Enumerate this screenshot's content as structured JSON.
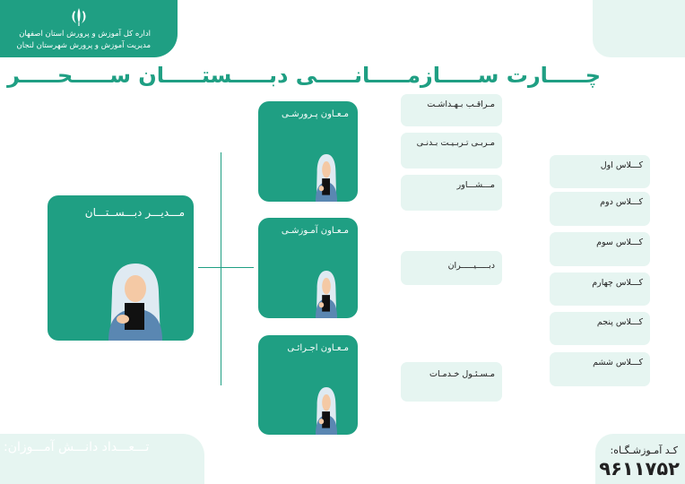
{
  "header": {
    "line1": "اداره کل آموزش و پرورش استان اصفهان",
    "line2": "مدیریت آموزش و پرورش شهرستان لنجان",
    "emblem_icon": "iran-emblem-icon"
  },
  "title": "چـــــارت ســـــازمـــــانـــــی دبـــــستـــــان ســـــحـــــر",
  "principal": {
    "label": "مـــدیـــر دبـــســتـــان",
    "icon": "hijab-woman-with-tablet-icon"
  },
  "deputies": [
    {
      "label": "مـعـاون پـرورشـی",
      "icon": "hijab-woman-with-tablet-icon"
    },
    {
      "label": "مـعـاون آمـوزشـی",
      "icon": "hijab-woman-with-tablet-icon"
    },
    {
      "label": "مـعـاون اجـرائـی",
      "icon": "hijab-woman-with-tablet-icon"
    }
  ],
  "staff": [
    {
      "label": "مـراقـب بـهـداشـت"
    },
    {
      "label": "مـربـی تـربـیـت بـدنـی"
    },
    {
      "label": "مـــشـــاور"
    },
    {
      "label": "دبـــــیـــــران"
    },
    {
      "label": "مـسـئـول خـدمـات"
    }
  ],
  "classes": [
    {
      "label": "کـــلاس اول"
    },
    {
      "label": "کـــلاس دوم"
    },
    {
      "label": "کـــلاس سوم"
    },
    {
      "label": "کـــلاس چهارم"
    },
    {
      "label": "کـــلاس پنجم"
    },
    {
      "label": "کـــلاس ششم"
    }
  ],
  "footer": {
    "students_label": "تـــعـــداد دانـــش آمـــوزان:",
    "school_code_label": "کـد آمـوزشـگـاه:",
    "school_code": "۹۶۱۱۷۵۲"
  },
  "colors": {
    "primary": "#1f9f83",
    "light": "#e6f5f1"
  }
}
